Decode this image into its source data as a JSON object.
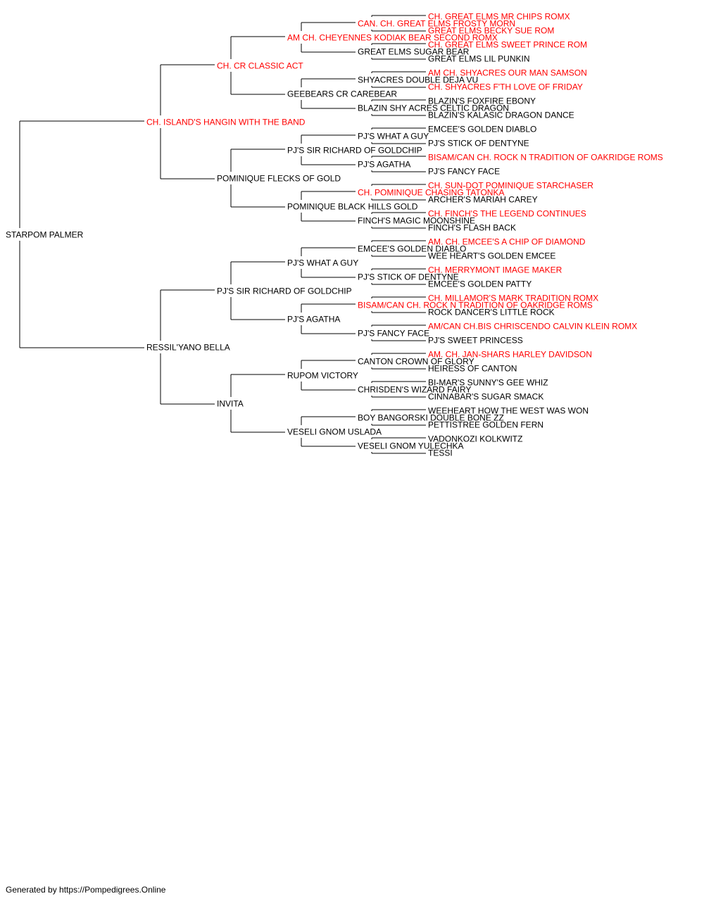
{
  "colors": {
    "champion": "#ff0000",
    "normal": "#000000",
    "line": "#000000"
  },
  "pedigree": {
    "name": "STARPOM PALMER",
    "champion": false,
    "sire": {
      "name": "CH. ISLAND'S HANGIN WITH THE BAND",
      "champion": true,
      "sire": {
        "name": "CH. CR CLASSIC ACT",
        "champion": true,
        "sire": {
          "name": "AM CH. CHEYENNES KODIAK BEAR SECOND ROMX",
          "champion": true,
          "sire": {
            "name": "CAN. CH. GREAT ELMS FROSTY MORN",
            "champion": true,
            "sire": {
              "name": "CH. GREAT ELMS MR CHIPS ROMX",
              "champion": true
            },
            "dam": {
              "name": "GREAT ELMS BECKY SUE ROM",
              "champion": true
            }
          },
          "dam": {
            "name": "GREAT ELMS SUGAR BEAR",
            "champion": false,
            "sire": {
              "name": "CH. GREAT ELMS SWEET PRINCE ROM",
              "champion": true
            },
            "dam": {
              "name": "GREAT ELMS LIL PUNKIN",
              "champion": false
            }
          }
        },
        "dam": {
          "name": "GEEBEARS CR CAREBEAR",
          "champion": false,
          "sire": {
            "name": "SHYACRES DOUBLE DEJA VU",
            "champion": false,
            "sire": {
              "name": "AM CH. SHYACRES OUR MAN SAMSON",
              "champion": true
            },
            "dam": {
              "name": "CH. SHYACRES F'TH LOVE OF FRIDAY",
              "champion": true
            }
          },
          "dam": {
            "name": "BLAZIN SHY ACRES CELTIC DRAGON",
            "champion": false,
            "sire": {
              "name": "BLAZIN'S FOXFIRE EBONY",
              "champion": false
            },
            "dam": {
              "name": "BLAZIN'S KALASIC DRAGON DANCE",
              "champion": false
            }
          }
        }
      },
      "dam": {
        "name": "POMINIQUE FLECKS OF GOLD",
        "champion": false,
        "sire": {
          "name": "PJ'S SIR RICHARD OF GOLDCHIP",
          "champion": false,
          "sire": {
            "name": "PJ'S WHAT A GUY",
            "champion": false,
            "sire": {
              "name": "EMCEE'S GOLDEN DIABLO",
              "champion": false
            },
            "dam": {
              "name": "PJ'S STICK OF DENTYNE",
              "champion": false
            }
          },
          "dam": {
            "name": "PJ'S AGATHA",
            "champion": false,
            "sire": {
              "name": "BISAM/CAN CH. ROCK N TRADITION OF OAKRIDGE ROMS",
              "champion": true
            },
            "dam": {
              "name": "PJ'S FANCY FACE",
              "champion": false
            }
          }
        },
        "dam": {
          "name": "POMINIQUE BLACK HILLS GOLD",
          "champion": false,
          "sire": {
            "name": "CH. POMINIQUE CHASING TATONKA",
            "champion": true,
            "sire": {
              "name": "CH. SUN-DOT POMINIQUE STARCHASER",
              "champion": true
            },
            "dam": {
              "name": "ARCHER'S MARIAH CAREY",
              "champion": false
            }
          },
          "dam": {
            "name": "FINCH'S MAGIC MOONSHINE",
            "champion": false,
            "sire": {
              "name": "CH. FINCH'S THE LEGEND CONTINUES",
              "champion": true
            },
            "dam": {
              "name": "FINCH'S FLASH BACK",
              "champion": false
            }
          }
        }
      }
    },
    "dam": {
      "name": "RESSIL'YANO BELLA",
      "champion": false,
      "sire": {
        "name": "PJ'S SIR RICHARD OF GOLDCHIP",
        "champion": false,
        "sire": {
          "name": "PJ'S WHAT A GUY",
          "champion": false,
          "sire": {
            "name": "EMCEE'S GOLDEN DIABLO",
            "champion": false,
            "sire": {
              "name": "AM. CH. EMCEE'S A CHIP OF DIAMOND",
              "champion": true
            },
            "dam": {
              "name": "WEE HEART'S GOLDEN EMCEE",
              "champion": false
            }
          },
          "dam": {
            "name": "PJ'S STICK OF DENTYNE",
            "champion": false,
            "sire": {
              "name": "CH. MERRYMONT IMAGE MAKER",
              "champion": true
            },
            "dam": {
              "name": "EMCEE'S GOLDEN PATTY",
              "champion": false
            }
          }
        },
        "dam": {
          "name": "PJ'S AGATHA",
          "champion": false,
          "sire": {
            "name": "BISAM/CAN CH. ROCK N TRADITION OF OAKRIDGE ROMS",
            "champion": true,
            "sire": {
              "name": "CH. MILLAMOR'S MARK TRADITION ROMX",
              "champion": true
            },
            "dam": {
              "name": "ROCK DANCER'S LITTLE ROCK",
              "champion": false
            }
          },
          "dam": {
            "name": "PJ'S FANCY FACE",
            "champion": false,
            "sire": {
              "name": "AM/CAN CH.BIS CHRISCENDO CALVIN KLEIN ROMX",
              "champion": true
            },
            "dam": {
              "name": "PJ'S SWEET PRINCESS",
              "champion": false
            }
          }
        }
      },
      "dam": {
        "name": "INVITA",
        "champion": false,
        "sire": {
          "name": "RUPOM VICTORY",
          "champion": false,
          "sire": {
            "name": "CANTON CROWN OF GLORY",
            "champion": false,
            "sire": {
              "name": "AM. CH. JAN-SHARS HARLEY DAVIDSON",
              "champion": true
            },
            "dam": {
              "name": "HEIRESS OF CANTON",
              "champion": false
            }
          },
          "dam": {
            "name": "CHRISDEN'S WIZARD FAIRY",
            "champion": false,
            "sire": {
              "name": "BI-MAR'S SUNNY'S GEE WHIZ",
              "champion": false
            },
            "dam": {
              "name": "CINNABAR'S SUGAR SMACK",
              "champion": false
            }
          }
        },
        "dam": {
          "name": "VESELI GNOM USLADA",
          "champion": false,
          "sire": {
            "name": "BOY BANGORSKI DOUBLE BONE ZZ",
            "champion": false,
            "sire": {
              "name": "WEEHEART HOW THE WEST WAS WON",
              "champion": false
            },
            "dam": {
              "name": "PETTISTREE GOLDEN FERN",
              "champion": false
            }
          },
          "dam": {
            "name": "VESELI GNOM YULECHKA",
            "champion": false,
            "sire": {
              "name": "VADONKOZI KOLKWITZ",
              "champion": false
            },
            "dam": {
              "name": "TESSI",
              "champion": false
            }
          }
        }
      }
    }
  },
  "footer": {
    "text": "Generated by https://Pompedigrees.Online"
  }
}
